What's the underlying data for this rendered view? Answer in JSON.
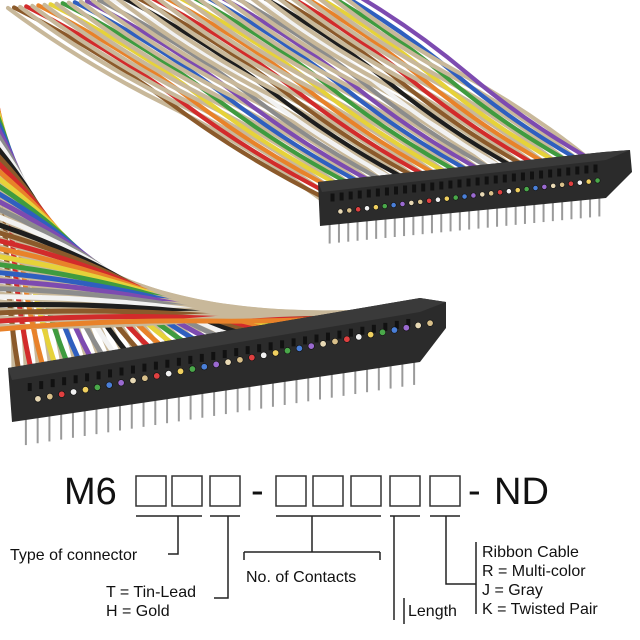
{
  "part_number": {
    "prefix": "M6",
    "dash1": "-",
    "dash2": "-",
    "suffix": "ND"
  },
  "legend": {
    "connector": "Type of connector",
    "plating_t": "T = Tin-Lead",
    "plating_h": "H = Gold",
    "contacts": "No. of Contacts",
    "length": "Length",
    "cable_title": "Ribbon Cable",
    "cable_r": "R = Multi-color",
    "cable_j": "J = Gray",
    "cable_k": "K = Twisted Pair"
  },
  "colors": {
    "housing": "#2b2b2b",
    "wire_palette": [
      "#c8b89a",
      "#8b5a2b",
      "#d22b2b",
      "#e8822a",
      "#e6d23a",
      "#3f9b3f",
      "#2f5fbf",
      "#7d4bb0",
      "#8c8c8c",
      "#f2f2f2",
      "#1e1e1e"
    ]
  }
}
